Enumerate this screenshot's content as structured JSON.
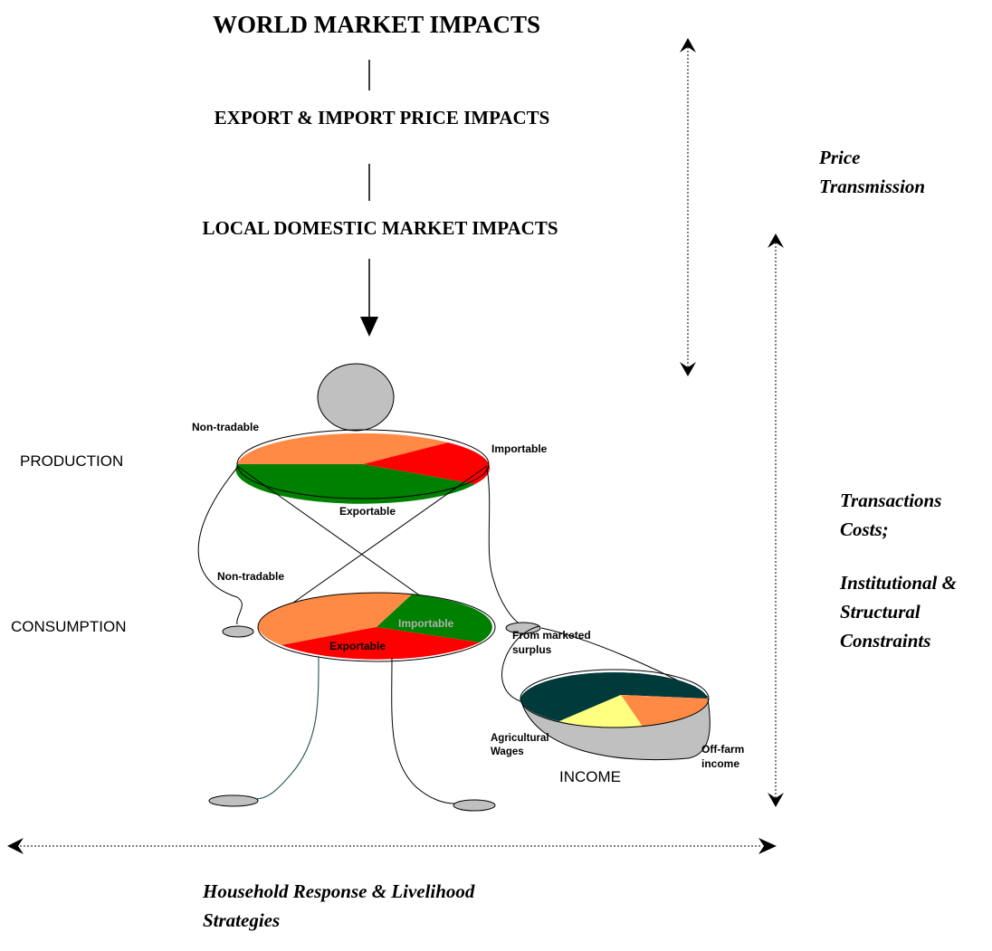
{
  "title": "WORLD MARKET IMPACTS",
  "levels": {
    "trade_price": "EXPORT & IMPORT PRICE IMPACTS",
    "local_market": "LOCAL DOMESTIC MARKET IMPACTS"
  },
  "side_labels": {
    "price_transmission": [
      "Price",
      "Transmission"
    ],
    "constraints": [
      "Transactions",
      "Costs;",
      "Institutional &",
      "Structural",
      "Constraints"
    ],
    "household": [
      "Household Response & Livelihood",
      "Strategies"
    ]
  },
  "figure": {
    "production": {
      "label": "PRODUCTION",
      "segments": [
        "Non-tradable",
        "Importable",
        "Exportable"
      ]
    },
    "consumption": {
      "label": "CONSUMPTION",
      "segments": [
        "Non-tradable",
        "Importable",
        "Exportable"
      ]
    },
    "income": {
      "label": "INCOME",
      "segments": [
        "From marketed surplus",
        "Agricultural Wages",
        "Off-farm income"
      ]
    }
  },
  "colors": {
    "non_tradable": "#ff8a45",
    "importable_prod": "#ff0000",
    "exportable_prod": "#008000",
    "importable_cons": "#008000",
    "exportable_cons": "#ff0000",
    "income_surplus": "#003a3a",
    "income_wages": "#ffff80",
    "income_offfarm_or_side": "#c0c0c0",
    "head": "#c0c0c0"
  }
}
